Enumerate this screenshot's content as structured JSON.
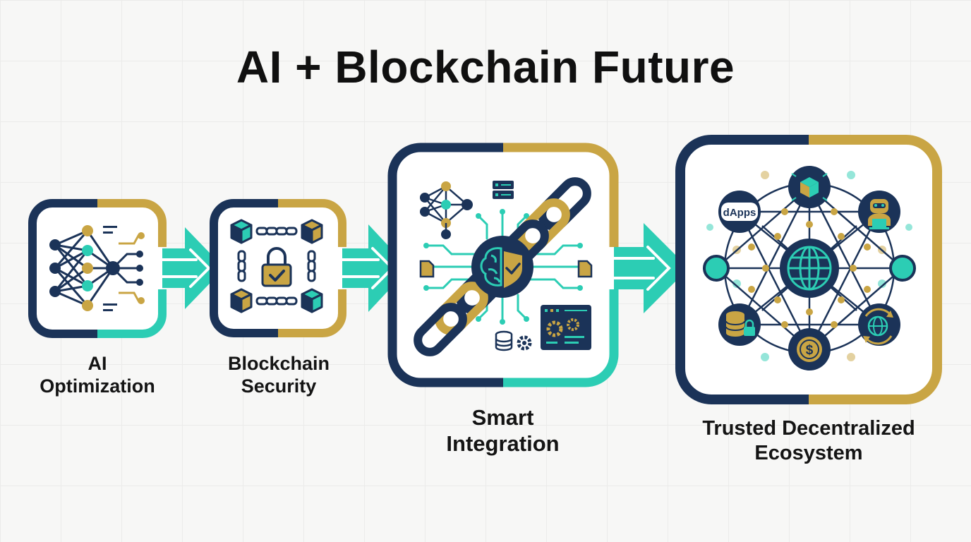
{
  "title": "AI + Blockchain Future",
  "colors": {
    "navy": "#1b3358",
    "gold": "#c9a544",
    "teal": "#2ccdb4",
    "background": "#f7f7f6"
  },
  "stages": [
    {
      "id": "ai-optimization",
      "label_line1": "AI",
      "label_line2": "Optimization",
      "icon": "neural-network-icon"
    },
    {
      "id": "blockchain-security",
      "label_line1": "Blockchain",
      "label_line2": "Security",
      "icon": "chained-blocks-lock-icon"
    },
    {
      "id": "smart-integration",
      "label_line1": "Smart",
      "label_line2": "Integration",
      "icon": "chain-brain-shield-icon"
    },
    {
      "id": "trusted-ecosystem",
      "label_line1": "Trusted Decentralized",
      "label_line2": "Ecosystem",
      "icon": "globe-network-icon"
    }
  ],
  "ecosystem_nodes": {
    "dapps_label": "dApps",
    "currency_symbol": "$"
  }
}
